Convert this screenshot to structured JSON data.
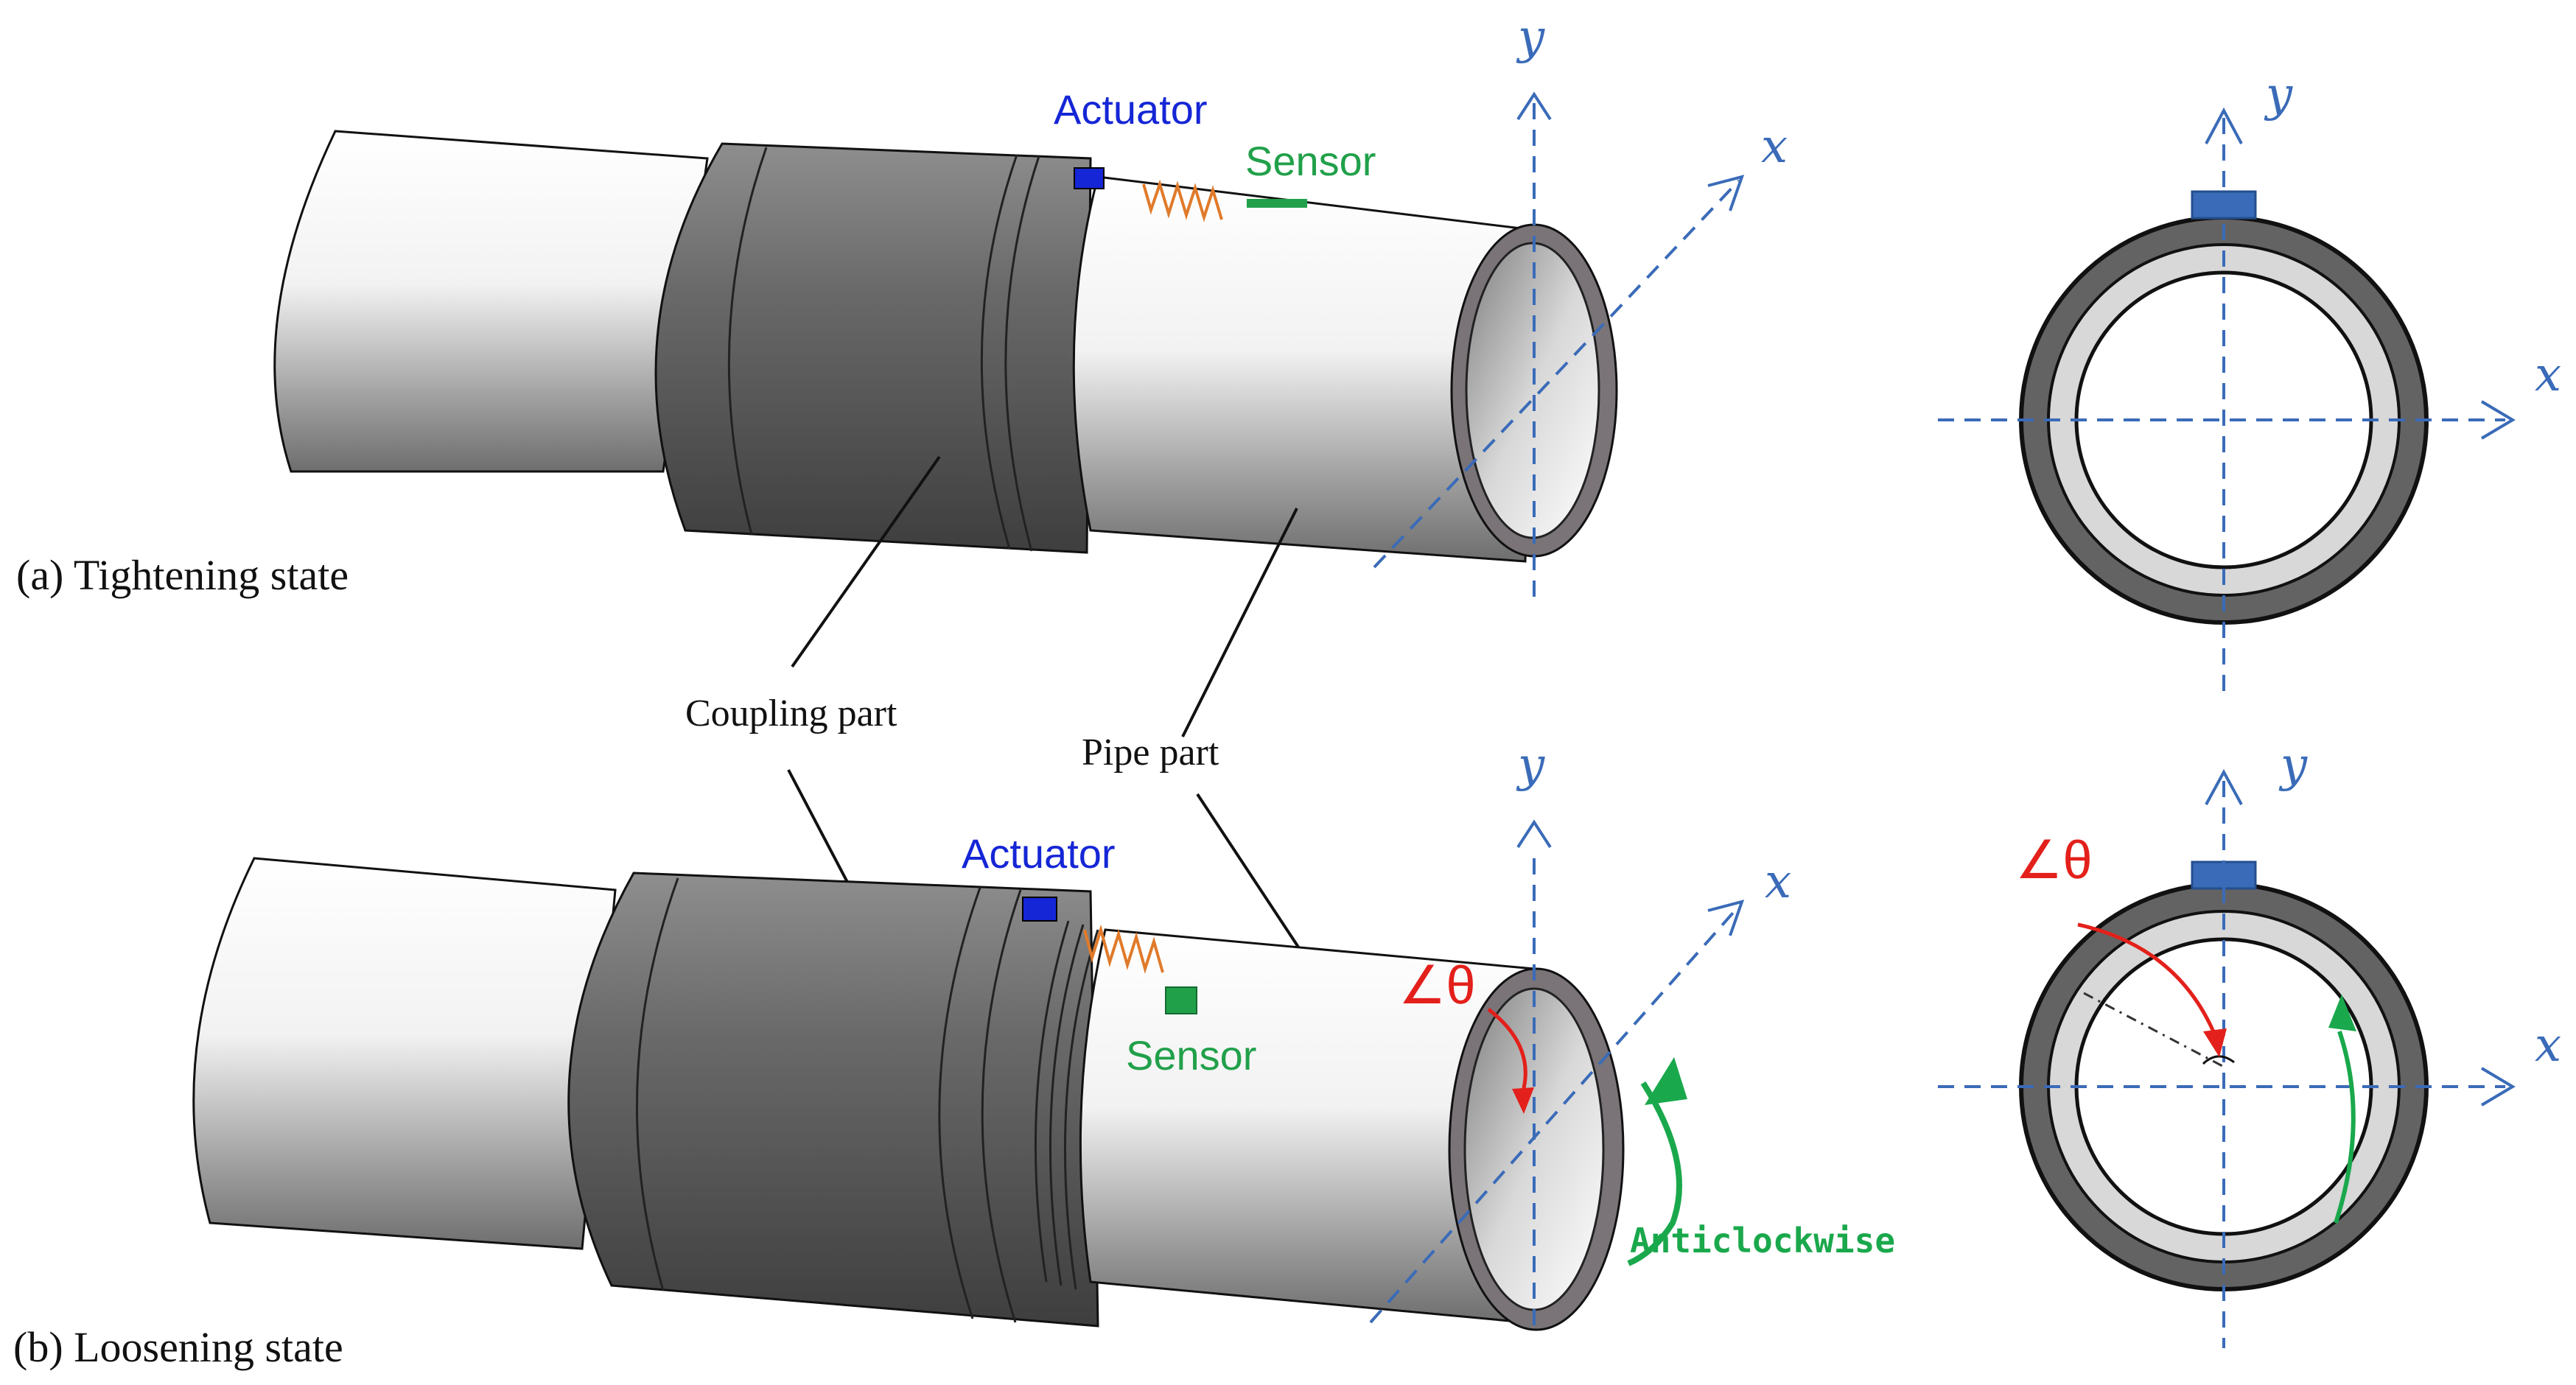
{
  "colors": {
    "axis": "#3a6bb8",
    "actuator": "#1526d6",
    "sensor": "#21a04a",
    "spring": "#e07a2a",
    "angle": "#e3201b",
    "rotation": "#1aa84c",
    "coupling": "#5b5b5b",
    "pipe_wall": "#7a7478"
  },
  "panel_a": {
    "caption": "(a) Tightening state",
    "actuator_label": "Actuator",
    "sensor_label": "Sensor",
    "axis_x": "x",
    "axis_y": "y"
  },
  "panel_b": {
    "caption": "(b)  Loosening state",
    "actuator_label": "Actuator",
    "sensor_label": "Sensor",
    "angle_label": "∠θ",
    "rotation_label": "Anticlockwise",
    "axis_x": "x",
    "axis_y": "y"
  },
  "callouts": {
    "coupling": "Coupling part",
    "pipe": "Pipe part"
  },
  "cross_section_a": {
    "axis_x": "x",
    "axis_y": "y"
  },
  "cross_section_b": {
    "axis_x": "x",
    "axis_y": "y",
    "angle_label": "∠θ"
  }
}
